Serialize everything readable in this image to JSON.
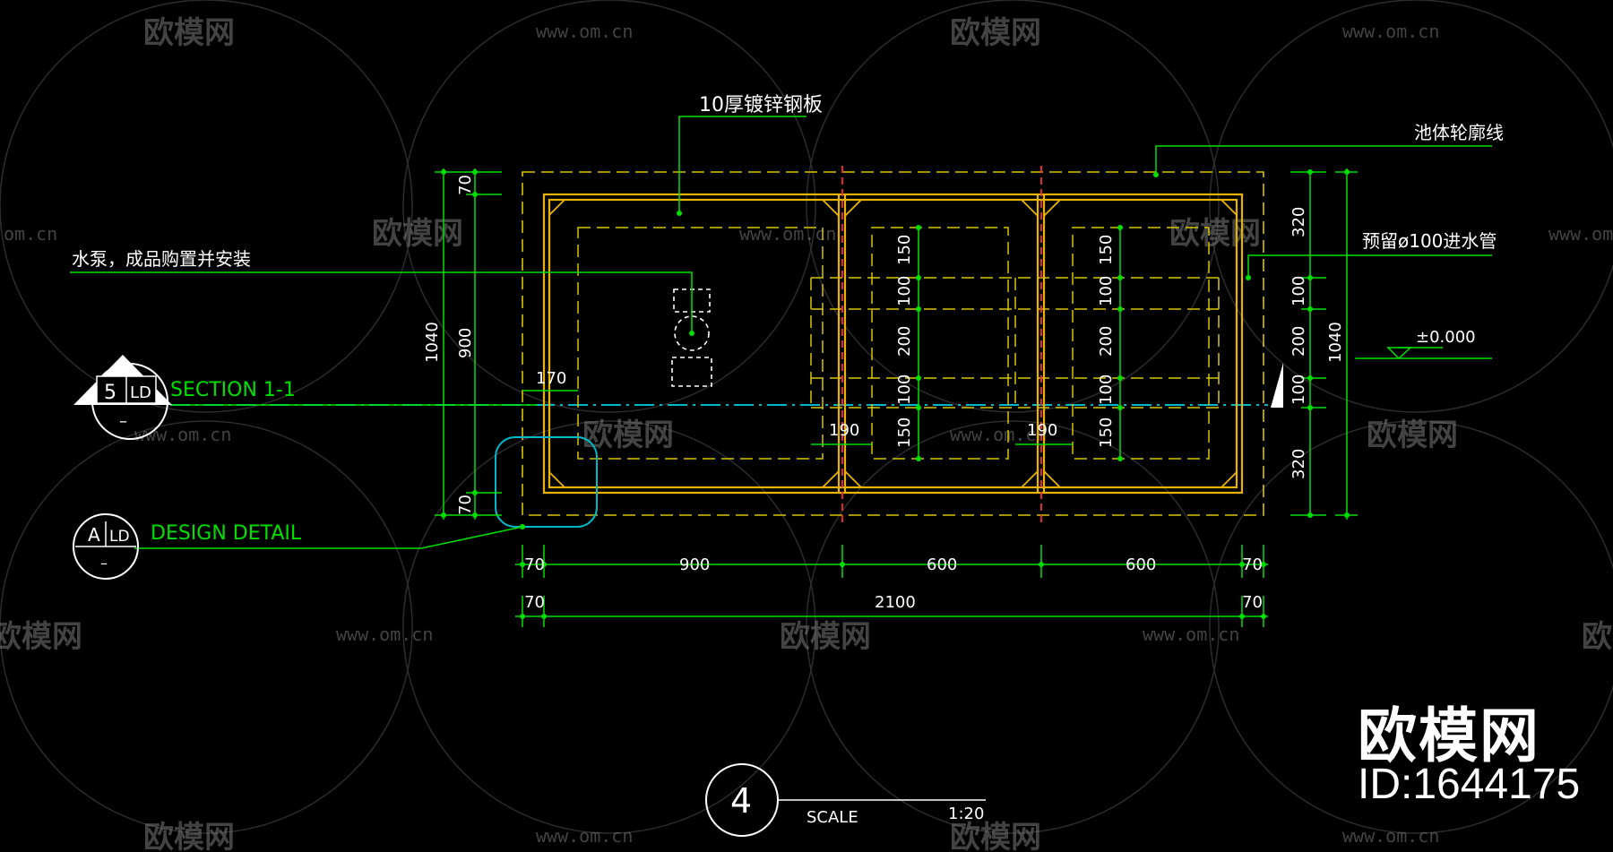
{
  "labels": {
    "steel_plate": "10厚镀锌钢板",
    "pool_outline": "池体轮廓线",
    "pump_note": "水泵，成品购置并安装",
    "inlet_pipe": "预留ø100进水管",
    "elevation": "±0.000",
    "section_title": "SECTION 1-1",
    "section_num": "5",
    "section_ref": "LD",
    "section_sub": "–",
    "detail_title": "DESIGN DETAIL",
    "detail_letter": "A",
    "detail_ref": "LD",
    "detail_sub": "–",
    "drawing_num": "4",
    "scale_label": "SCALE",
    "scale_value": "1:20"
  },
  "dimensions": {
    "bottom_row1": [
      "70",
      "900",
      "600",
      "600",
      "70"
    ],
    "bottom_row2": [
      "70",
      "2100",
      "70"
    ],
    "left_inner": [
      "70",
      "900",
      "70"
    ],
    "left_total": "1040",
    "left_offset": "170",
    "gap_left": "190",
    "gap_right": "190",
    "mid_col": [
      "150",
      "100",
      "200",
      "100",
      "150"
    ],
    "right_col": [
      "150",
      "100",
      "200",
      "100",
      "150"
    ],
    "far_right": [
      "320",
      "100",
      "200",
      "100",
      "320"
    ],
    "far_right_total": "1040"
  },
  "watermark": {
    "brand": "欧模网",
    "url": "www.om.cn",
    "url_partial": "om.cn",
    "brand_partial": "欧模网"
  },
  "logo": {
    "brand": "欧模网",
    "id": "ID:1644175"
  },
  "colors": {
    "frame": "#e8b400",
    "dash": "#d8c400",
    "green": "#00e000",
    "cyan": "#00b8c8",
    "red": "#ff2a2a",
    "white": "#ffffff",
    "watermark": "#7a7a7a"
  }
}
